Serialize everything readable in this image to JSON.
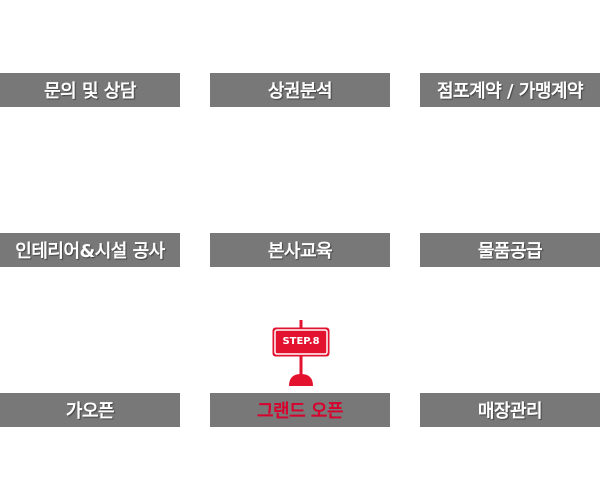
{
  "steps": [
    {
      "label": "문의 및 상담"
    },
    {
      "label": "상권분석"
    },
    {
      "label": "점포계약 / 가맹계약"
    },
    {
      "label": "인테리어&시설 공사"
    },
    {
      "label": "본사교육"
    },
    {
      "label": "물품공급"
    },
    {
      "label": "가오픈"
    },
    {
      "label": "그랜드 오픈"
    },
    {
      "label": "매장관리"
    }
  ],
  "active_step": {
    "badge": "STEP.8"
  },
  "colors": {
    "bar": "#787878",
    "bar_text": "#ffffff",
    "active_text": "#d8002c",
    "sign": "#e3122f"
  }
}
